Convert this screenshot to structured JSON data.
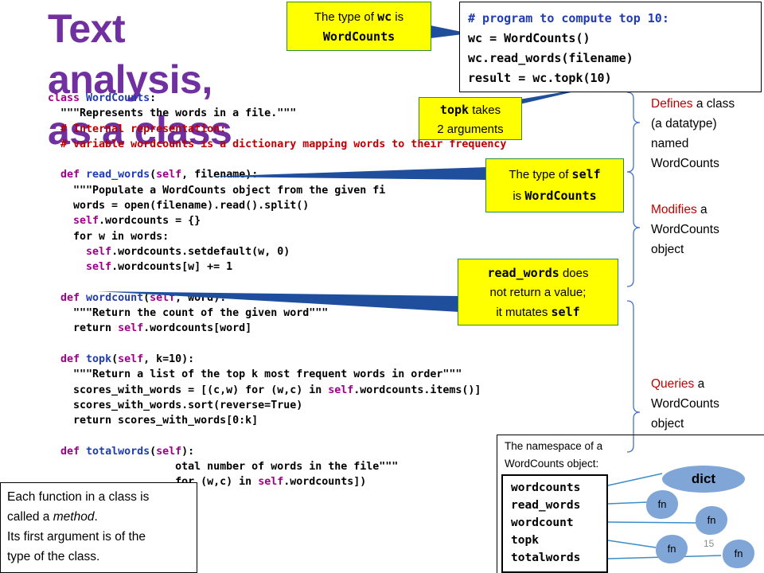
{
  "title": {
    "line1": "Text analysis,",
    "line2": "as a class"
  },
  "code_lines": [
    [
      [
        "kw",
        "class "
      ],
      [
        "fnm",
        "WordCounts"
      ],
      [
        "",
        "&#58;"
      ]
    ],
    [
      [
        "dc",
        "  \"\"\"Represents the words in a file.\"\"\""
      ]
    ],
    [
      [
        "cm",
        "  # Internal representation:"
      ]
    ],
    [
      [
        "cm",
        "  # variable wordcounts is a dictionary mapping words to their frequency"
      ]
    ],
    [
      [
        "",
        ""
      ]
    ],
    [
      [
        "kw",
        "  def "
      ],
      [
        "fnm",
        "read_words"
      ],
      [
        "",
        "("
      ],
      [
        "kw",
        "self"
      ],
      [
        "",
        ", filename):"
      ]
    ],
    [
      [
        "dc",
        "    \"\"\"Populate a WordCounts object from the given fi"
      ]
    ],
    [
      [
        "",
        "    words = open(filename).read().split()"
      ]
    ],
    [
      [
        "kw",
        "    self"
      ],
      [
        "",
        ".wordcounts = {}"
      ]
    ],
    [
      [
        "",
        "    for w in words:"
      ]
    ],
    [
      [
        "kw",
        "      self"
      ],
      [
        "",
        ".wordcounts.setdefault(w, 0)"
      ]
    ],
    [
      [
        "kw",
        "      self"
      ],
      [
        "",
        ".wordcounts[w] += 1"
      ]
    ],
    [
      [
        "",
        ""
      ]
    ],
    [
      [
        "kw",
        "  def "
      ],
      [
        "fnm",
        "wordcount"
      ],
      [
        "",
        "("
      ],
      [
        "kw",
        "self"
      ],
      [
        "",
        ", word):"
      ]
    ],
    [
      [
        "dc",
        "    \"\"\"Return the count of the given word\"\"\""
      ]
    ],
    [
      [
        "",
        "    return "
      ],
      [
        "kw",
        "self"
      ],
      [
        "",
        ".wordcounts[word]"
      ]
    ],
    [
      [
        "",
        ""
      ]
    ],
    [
      [
        "kw",
        "  def "
      ],
      [
        "fnm",
        "topk"
      ],
      [
        "",
        "("
      ],
      [
        "kw",
        "self"
      ],
      [
        "",
        ", k=10):"
      ]
    ],
    [
      [
        "dc",
        "    \"\"\"Return a list of the top k most frequent words in order\"\"\""
      ]
    ],
    [
      [
        "",
        "    scores_with_words = [(c,w) for (w,c) in "
      ],
      [
        "kw",
        "self"
      ],
      [
        "",
        ".wordcounts.items()]"
      ]
    ],
    [
      [
        "",
        "    scores_with_words.sort(reverse=True)"
      ]
    ],
    [
      [
        "",
        "    return scores_with_words[0:k]"
      ]
    ],
    [
      [
        "",
        ""
      ]
    ],
    [
      [
        "kw",
        "  def "
      ],
      [
        "fnm",
        "totalwords"
      ],
      [
        "",
        "("
      ],
      [
        "kw",
        "self"
      ],
      [
        "",
        "):"
      ]
    ],
    [
      [
        "dc",
        "                    otal number of words in the file\"\"\""
      ]
    ],
    [
      [
        "",
        "                    for (w,c) in "
      ],
      [
        "kw",
        "self"
      ],
      [
        "",
        ".wordcounts])"
      ]
    ]
  ],
  "program_box": {
    "comment": "# program to compute top 10:",
    "line1": "wc = WordCounts()",
    "line2": "wc.read_words(filename)",
    "line3": "result = wc.topk(10)"
  },
  "callouts": {
    "wc_type_a": "The type of ",
    "wc_type_code": "wc",
    "wc_type_b": " is",
    "wc_type_c": "WordCounts",
    "topk_a": "topk",
    "topk_b": " takes",
    "topk_c": "2 arguments",
    "self_a": "The type of ",
    "self_code": "self",
    "self_b": "is ",
    "self_c": "WordCounts",
    "rw_code": "read_words",
    "rw_a": " does",
    "rw_b": "not return a value;",
    "rw_c": "it mutates ",
    "rw_self": "self"
  },
  "side_notes": {
    "defines_1": "Defines",
    "defines_2": " a class",
    "defines_3": "(a datatype)",
    "defines_4": "named",
    "defines_5": "WordCounts",
    "modifies_1": "Modifies",
    "modifies_2": " a",
    "modifies_3": "WordCounts",
    "modifies_4": "object",
    "queries_1": "Queries",
    "queries_2": " a",
    "queries_3": "WordCounts",
    "queries_4": "object"
  },
  "namespace": {
    "caption1": "The namespace of a",
    "caption2": "WordCounts object:",
    "items": [
      "wordcounts",
      "read_words",
      "wordcount",
      "topk",
      "totalwords"
    ],
    "dict_label": "dict",
    "fn_label": "fn"
  },
  "method_note": {
    "line1": "Each function in a class is",
    "line2a": "called a ",
    "line2b": "method",
    "line2c": ".",
    "line3": "Its first argument is of the",
    "line4": "type of the class."
  },
  "page_number": "15",
  "colors": {
    "title": "#7030A0",
    "keyword": "#A0008C",
    "comment": "#C00000",
    "callout": "#FFFF00",
    "bubble": "#7FA6D6",
    "arrow": "#1F4E9C"
  }
}
